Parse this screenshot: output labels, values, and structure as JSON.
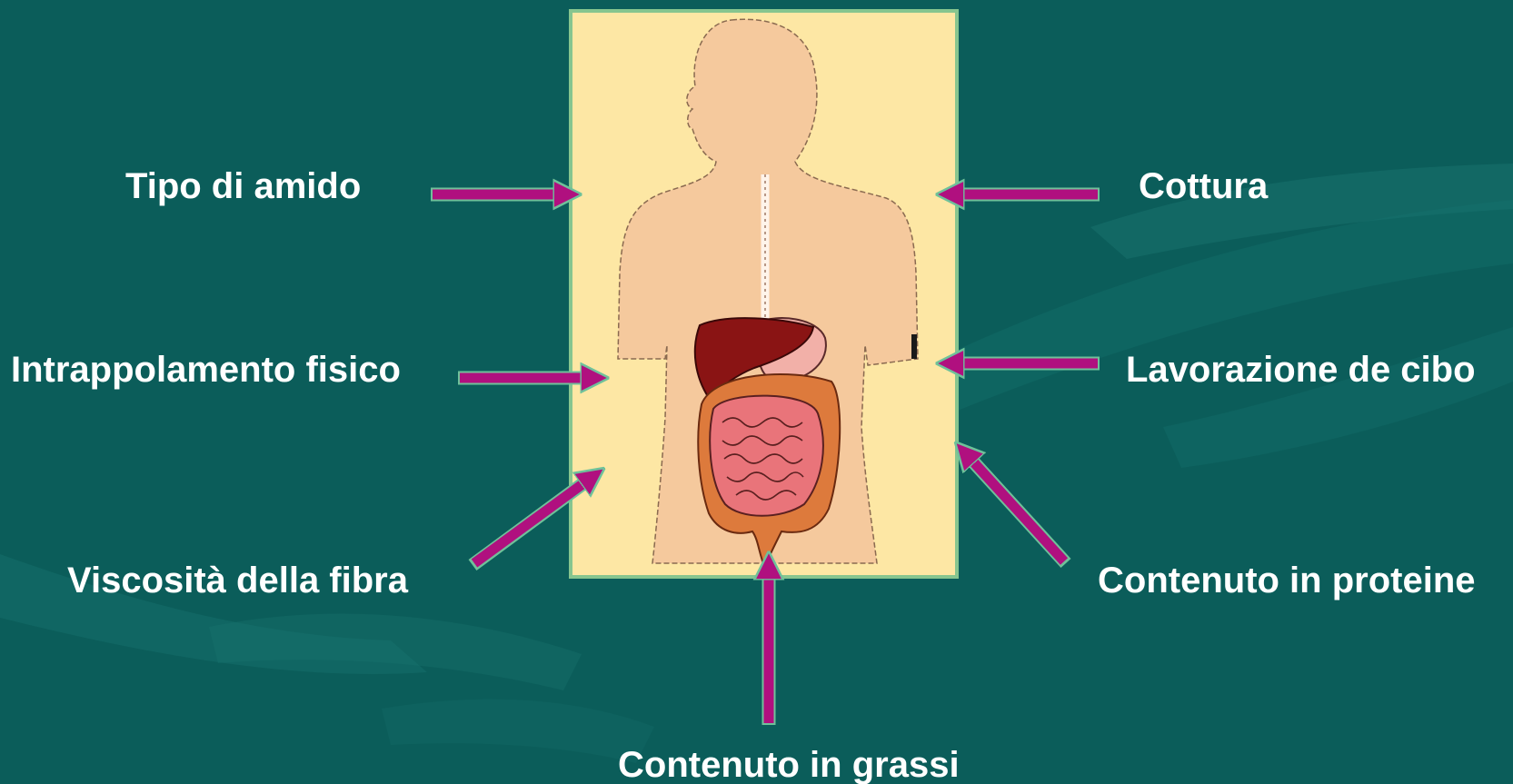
{
  "labels": {
    "tipo_di_amido": "Tipo di amido",
    "intrappolamento_fisico": "Intrappolamento fisico",
    "viscosita_della_fibra": "Viscosità della fibra",
    "cottura": "Cottura",
    "lavorazione_de_cibo": "Lavorazione de cibo",
    "contenuto_in_proteine": "Contenuto in proteine",
    "contenuto_in_grassi": "Contenuto in grassi"
  },
  "colors": {
    "background": "#0b5d5a",
    "panel": "#fde7a4",
    "panel_border": "#86c58f",
    "body_silhouette": "#f5c99d",
    "arrow": "#b0107f",
    "arrow_outline": "#6fc19a",
    "label_text": "#ffffff",
    "liver": "#8a1414",
    "intestine": "#e9747a",
    "colon": "#dd7a3c"
  },
  "icons": {
    "figure": "human-torso-digestive-system-icon",
    "arrow": "magenta-arrow-icon"
  }
}
